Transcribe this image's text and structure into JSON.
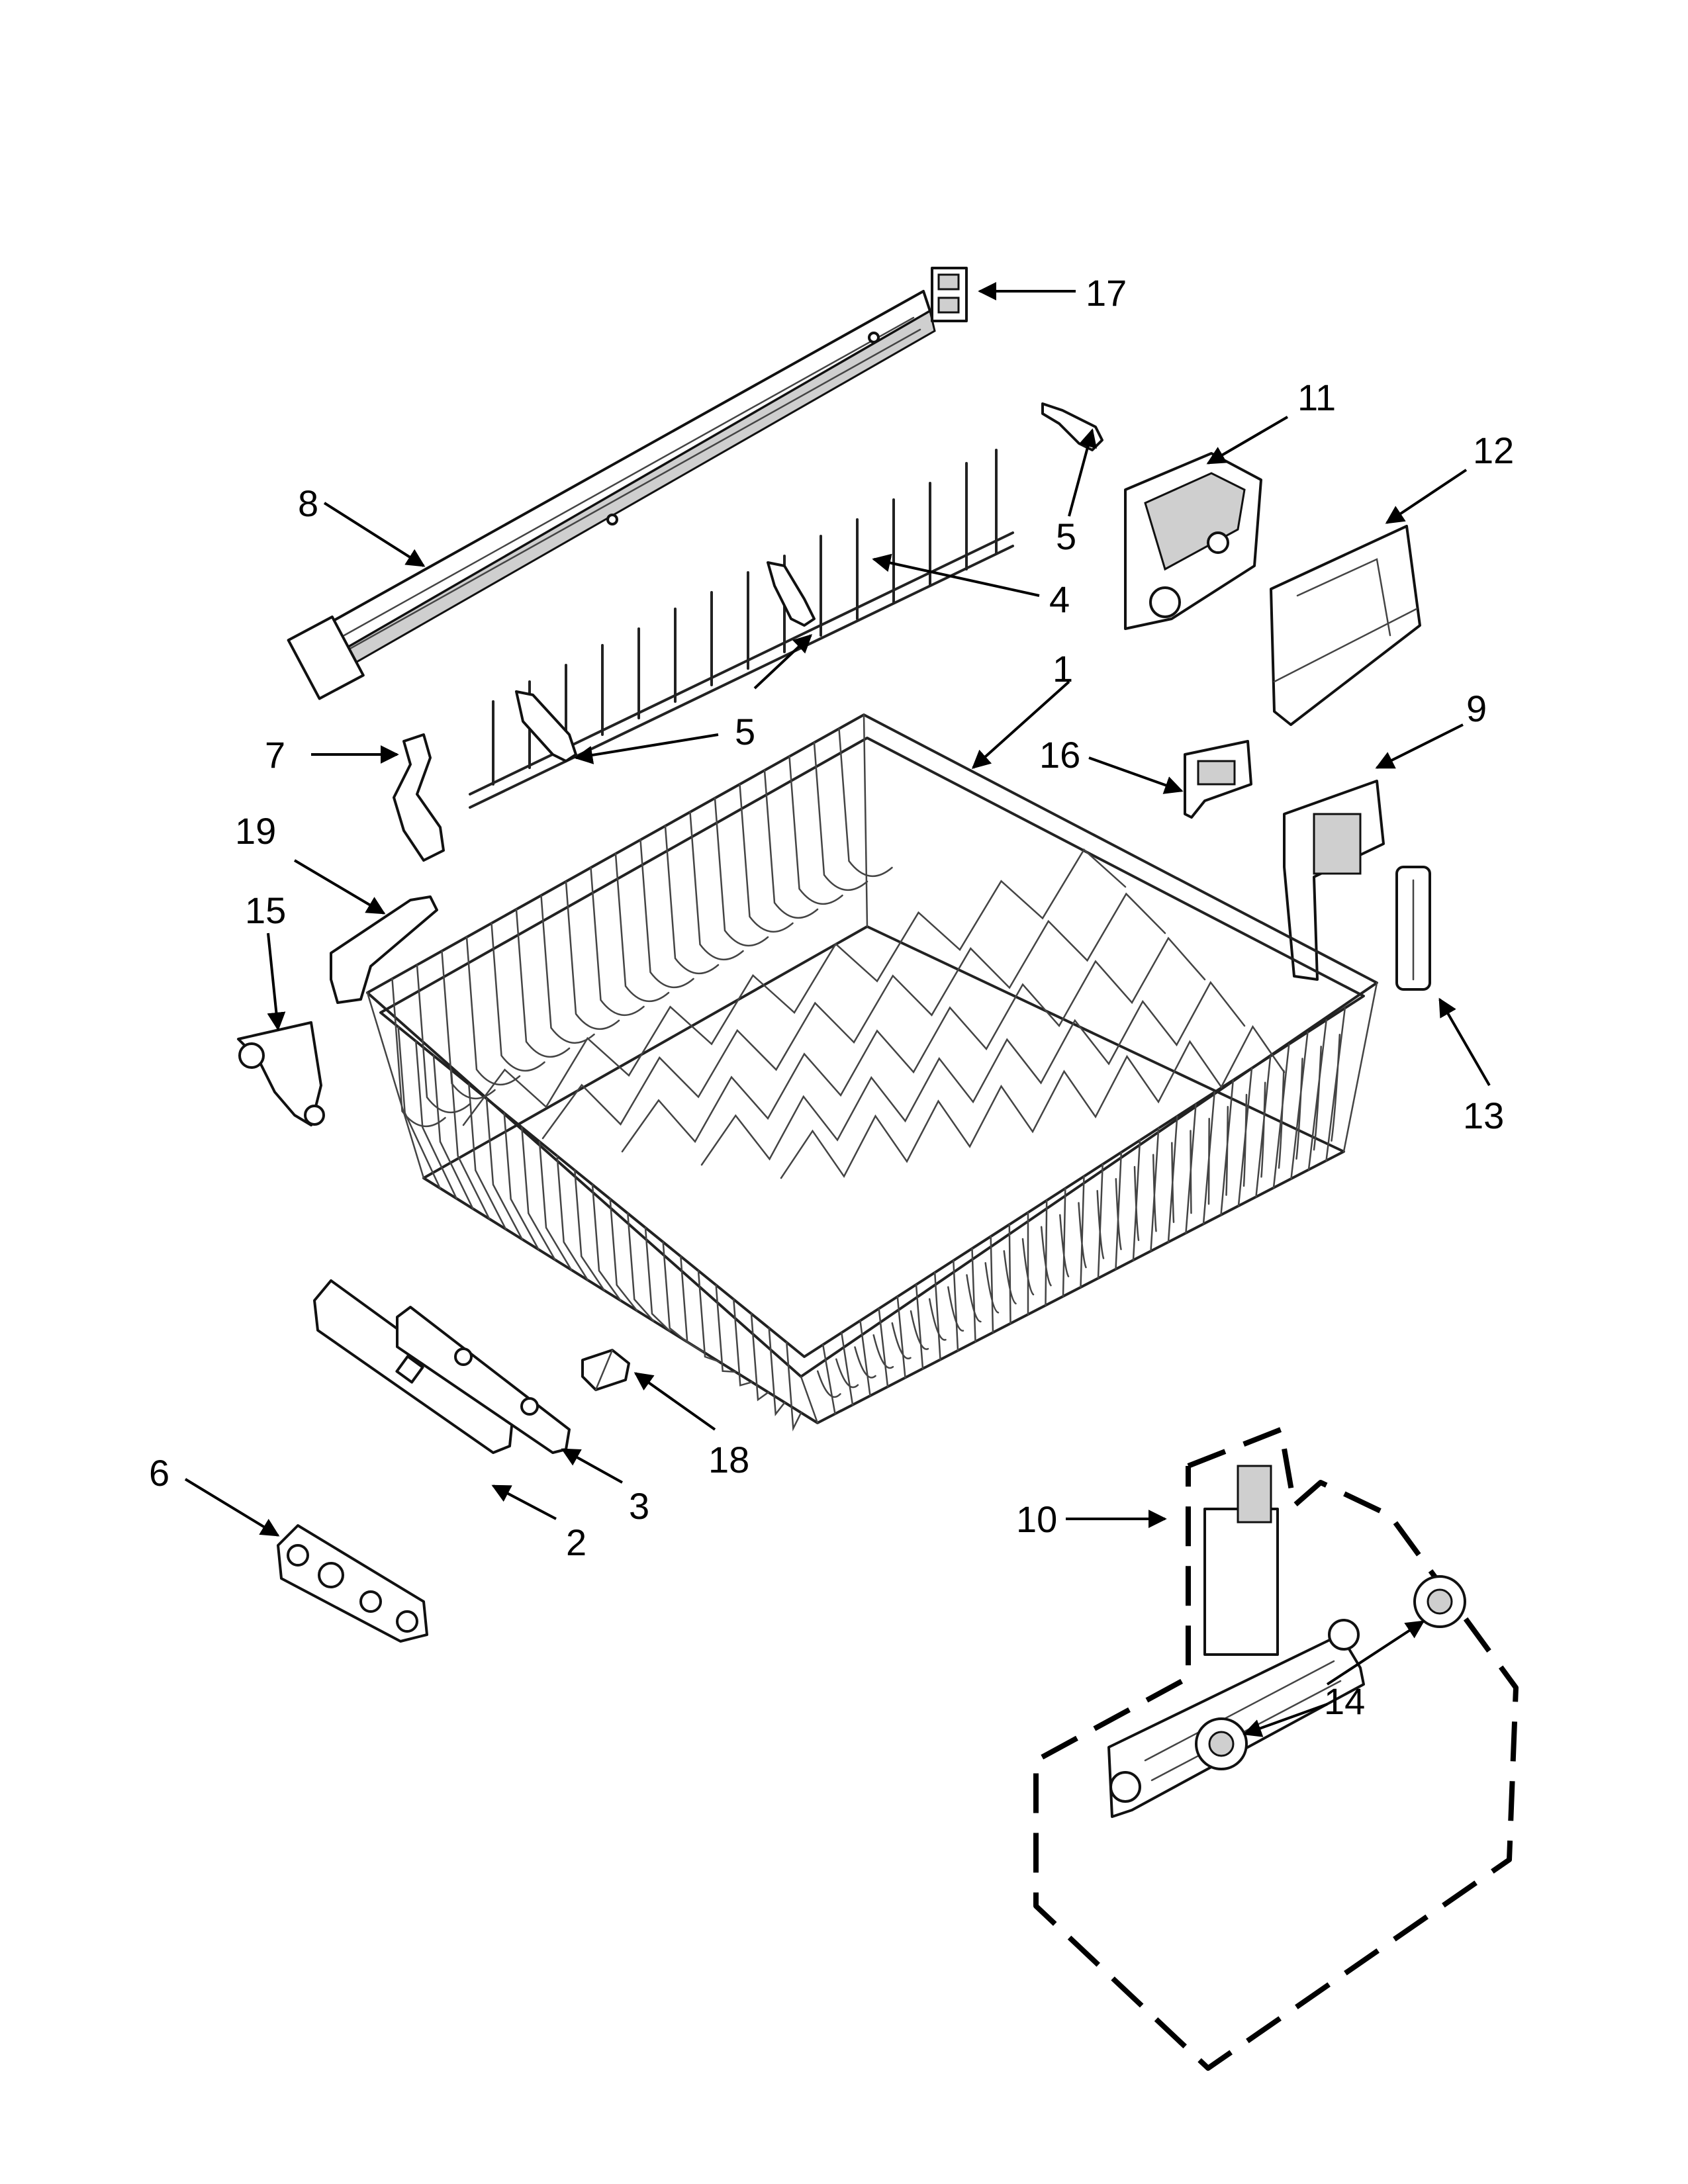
{
  "diagram": {
    "type": "exploded-parts-view",
    "callouts": {
      "c1": "1",
      "c2": "2",
      "c3": "3",
      "c4": "4",
      "c5a": "5",
      "c5b": "5",
      "c6": "6",
      "c7": "7",
      "c8": "8",
      "c9": "9",
      "c10": "10",
      "c11": "11",
      "c12": "12",
      "c13": "13",
      "c14": "14",
      "c15": "15",
      "c16": "16",
      "c17": "17",
      "c18": "18",
      "c19": "19"
    }
  }
}
